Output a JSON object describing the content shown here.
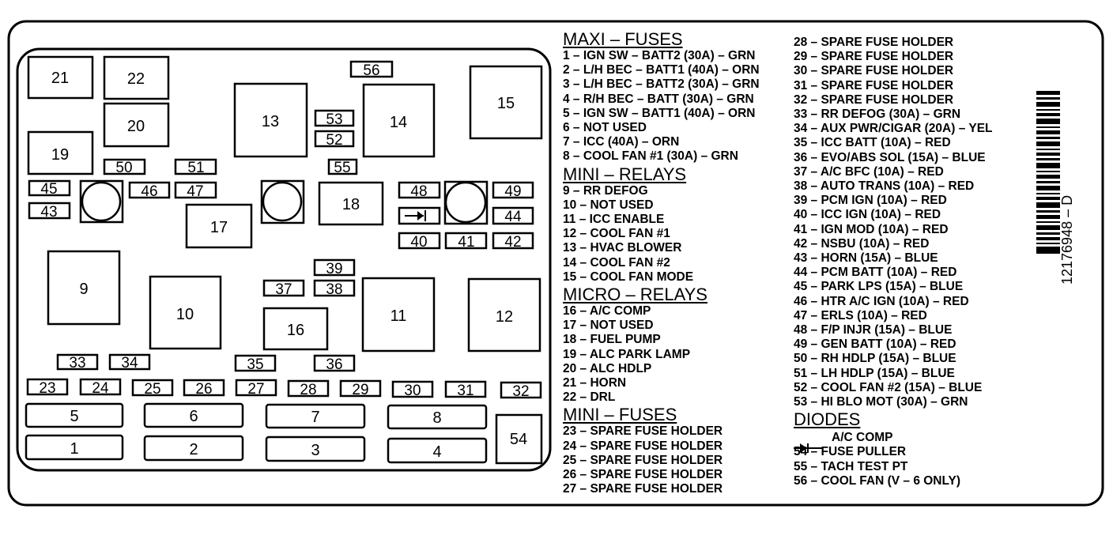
{
  "fuse_block": {
    "relays": {
      "r21": "21",
      "r22": "22",
      "r20": "20",
      "r19": "19",
      "r13": "13",
      "r14": "14",
      "r15": "15",
      "r18": "18",
      "r17": "17",
      "r9": "9",
      "r10": "10",
      "r16": "16",
      "r11": "11",
      "r12": "12",
      "r54": "54"
    },
    "fuses": {
      "f56": "56",
      "f53": "53",
      "f52": "52",
      "f55": "55",
      "f50": "50",
      "f51": "51",
      "f45": "45",
      "f43": "43",
      "f46": "46",
      "f47": "47",
      "f48": "48",
      "f49": "49",
      "f44": "44",
      "f40": "40",
      "f41": "41",
      "f42": "42",
      "f39": "39",
      "f37": "37",
      "f38": "38",
      "f33": "33",
      "f34": "34",
      "f35": "35",
      "f36": "36",
      "f23": "23",
      "f24": "24",
      "f25": "25",
      "f26": "26",
      "f27": "27",
      "f28": "28",
      "f29": "29",
      "f30": "30",
      "f31": "31",
      "f32": "32"
    },
    "maxi": {
      "m5": "5",
      "m6": "6",
      "m7": "7",
      "m8": "8",
      "m1": "1",
      "m2": "2",
      "m3": "3",
      "m4": "4"
    }
  },
  "legend": {
    "maxi_fuses": {
      "heading": "MAXI – FUSES",
      "items": [
        "1 – IGN SW – BATT2 (30A) – GRN",
        "2 – L/H BEC – BATT1 (40A) – ORN",
        "3 – L/H BEC – BATT2 (30A) – GRN",
        "4 – R/H BEC – BATT (30A) – GRN",
        "5 – IGN SW – BATT1 (40A) – ORN",
        "6 – NOT USED",
        "7 – ICC (40A) – ORN",
        "8 – COOL FAN #1 (30A) – GRN"
      ]
    },
    "mini_relays": {
      "heading": "MINI – RELAYS",
      "items": [
        "9 – RR DEFOG",
        "10 – NOT USED",
        "11 – ICC ENABLE",
        "12 – COOL FAN #1",
        "13 – HVAC BLOWER",
        "14 – COOL FAN #2",
        "15 – COOL FAN MODE"
      ]
    },
    "micro_relays": {
      "heading": "MICRO – RELAYS",
      "items": [
        "16 – A/C COMP",
        "17 – NOT USED",
        "18 – FUEL PUMP",
        "19 – ALC PARK LAMP",
        "20 – ALC HDLP",
        "21 – HORN",
        "22 – DRL"
      ]
    },
    "mini_fuses": {
      "heading": "MINI – FUSES",
      "items_left": [
        "23 – SPARE FUSE HOLDER",
        "24 – SPARE FUSE HOLDER",
        "25 – SPARE FUSE HOLDER",
        "26 – SPARE FUSE HOLDER",
        "27 – SPARE FUSE HOLDER"
      ],
      "items_right": [
        "28 – SPARE FUSE HOLDER",
        "29 – SPARE FUSE HOLDER",
        "30 – SPARE FUSE HOLDER",
        "31 – SPARE FUSE HOLDER",
        "32 – SPARE FUSE HOLDER",
        "33 – RR DEFOG (30A) – GRN",
        "34 – AUX PWR/CIGAR (20A) – YEL",
        "35 – ICC BATT (10A) – RED",
        "36 – EVO/ABS SOL (15A) – BLUE",
        "37 – A/C BFC (10A) – RED",
        "38 – AUTO TRANS (10A) – RED",
        "39 – PCM IGN (10A) – RED",
        "40 – ICC IGN (10A) – RED",
        "41 – IGN MOD (10A) – RED",
        "42 – NSBU (10A) – RED",
        "43 – HORN (15A) – BLUE",
        "44 – PCM BATT (10A) – RED",
        "45 – PARK LPS (15A) – BLUE",
        "46 – HTR A/C IGN (10A) – RED",
        "47 – ERLS (10A) – RED",
        "48 – F/P INJR (15A) – BLUE",
        "49 – GEN BATT (10A) – RED",
        "50 – RH HDLP (15A) – BLUE",
        "51 – LH HDLP (15A) – BLUE",
        "52 – COOL FAN #2 (15A) – BLUE",
        "53 – HI BLO MOT (30A) – GRN"
      ]
    },
    "diodes": {
      "heading": "DIODES",
      "items": [
        "A/C COMP",
        "54 – FUSE PULLER",
        "55 – TACH TEST PT",
        "56 – COOL FAN (V – 6 ONLY)"
      ]
    }
  },
  "part_number": "12176948 – D"
}
